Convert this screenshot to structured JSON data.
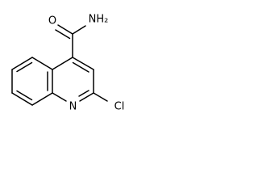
{
  "molecule": {
    "labels": {
      "oxygen": "O",
      "amide": "NH₂",
      "ring_nitrogen": "N",
      "chlorine": "Cl"
    }
  }
}
